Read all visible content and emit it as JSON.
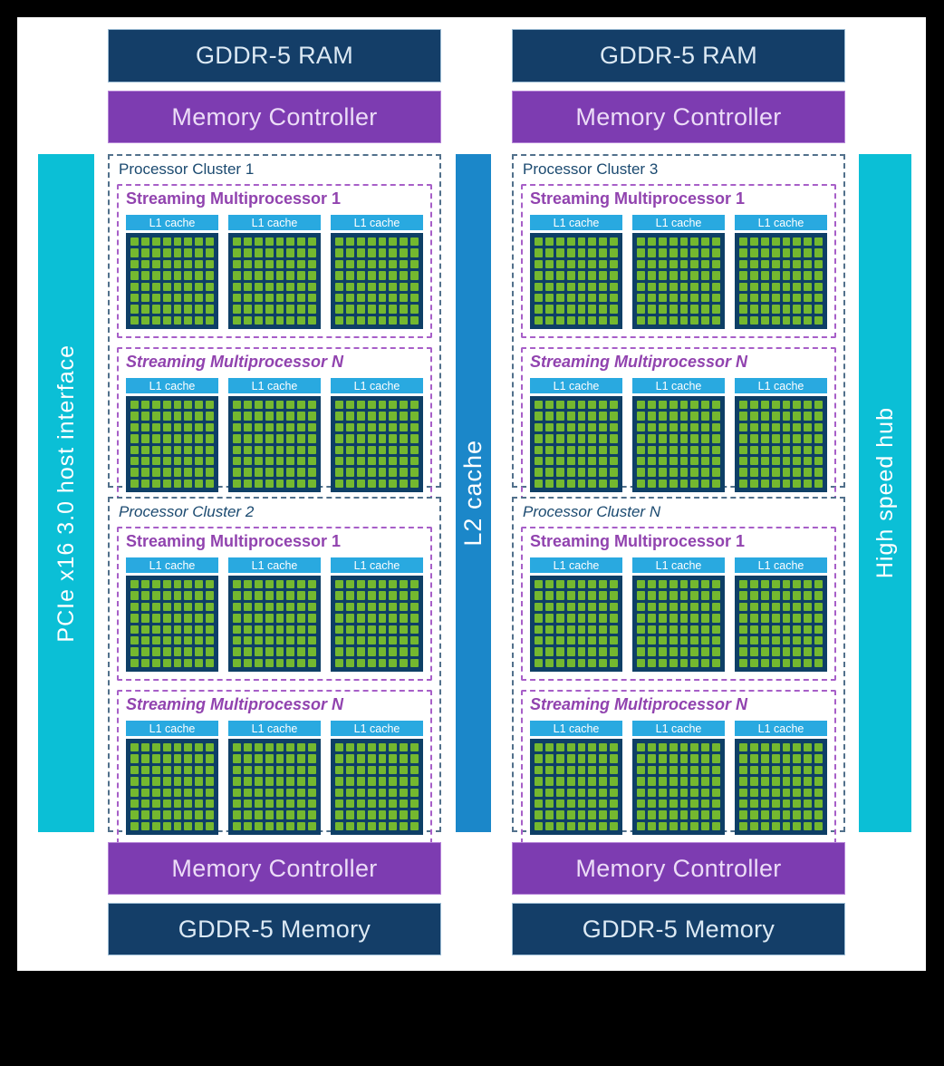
{
  "frame": {
    "background": "#000000",
    "canvas": "#ffffff"
  },
  "bars": {
    "pcie": {
      "label": "PCIe x16 3.0 host interface",
      "color": "#0bbfd6"
    },
    "l2": {
      "label": "L2 cache",
      "color": "#1b87c9"
    },
    "hub": {
      "label": "High speed hub",
      "color": "#0bbfd6"
    }
  },
  "memory_labels": {
    "ram": "GDDR-5 RAM",
    "controller": "Memory Controller",
    "memory": "GDDR-5 Memory"
  },
  "clusters": [
    {
      "label": "Processor Cluster 1",
      "italic": false,
      "column": 0
    },
    {
      "label": "Processor Cluster 2",
      "italic": true,
      "column": 0
    },
    {
      "label": "Processor Cluster 3",
      "italic": false,
      "column": 1
    },
    {
      "label": "Processor Cluster N",
      "italic": true,
      "column": 1
    }
  ],
  "sm": {
    "units": [
      {
        "label": "Streaming Multiprocessor 1",
        "italic": false
      },
      {
        "label": "Streaming Multiprocessor N",
        "italic": true
      }
    ],
    "l1_label": "L1 cache",
    "blocks_per_unit": 3,
    "grid_rows": 8,
    "grid_cols": 8
  },
  "colors": {
    "navy_box": "#143e68",
    "purple_box": "#7d3cb1",
    "l1_header": "#29a9e0",
    "core_bg": "#0e3f66",
    "core_green": "#74b82f",
    "cluster_border": "#51708b",
    "sm_border": "#a75fc8",
    "cluster_text": "#1b4a70",
    "sm_text": "#9143af"
  }
}
